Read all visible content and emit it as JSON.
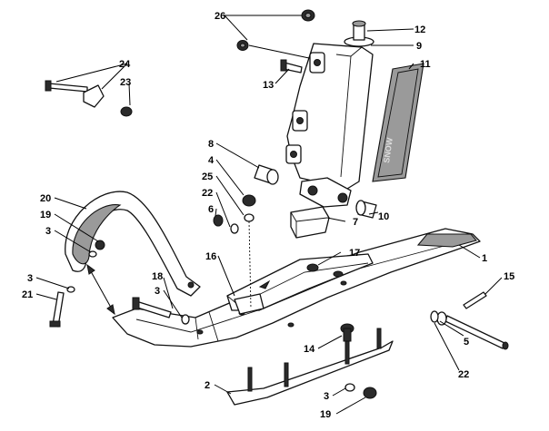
{
  "callouts": {
    "c1": "1",
    "c2": "2",
    "c3a": "3",
    "c3b": "3",
    "c3c": "3",
    "c3d": "3",
    "c4": "4",
    "c5": "5",
    "c6": "6",
    "c7": "7",
    "c8": "8",
    "c9": "9",
    "c10": "10",
    "c11": "11",
    "c12": "12",
    "c13": "13",
    "c14": "14",
    "c15": "15",
    "c16": "16",
    "c17": "17",
    "c18": "18",
    "c19a": "19",
    "c19b": "19",
    "c20": "20",
    "c21": "21",
    "c22a": "22",
    "c22b": "22",
    "c23": "23",
    "c24": "24",
    "c25": "25",
    "c26": "26"
  },
  "decal_text": "SNOW"
}
